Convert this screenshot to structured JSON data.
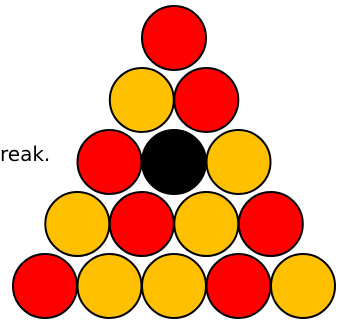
{
  "caption": "reak.",
  "colors": {
    "red": "#ff0000",
    "yellow": "#ffc000",
    "black": "#000000",
    "outline": "#000000"
  },
  "rack": {
    "rows": [
      [
        "red"
      ],
      [
        "yellow",
        "red"
      ],
      [
        "red",
        "black",
        "yellow"
      ],
      [
        "yellow",
        "red",
        "yellow",
        "red"
      ],
      [
        "red",
        "yellow",
        "yellow",
        "red",
        "yellow"
      ]
    ]
  }
}
